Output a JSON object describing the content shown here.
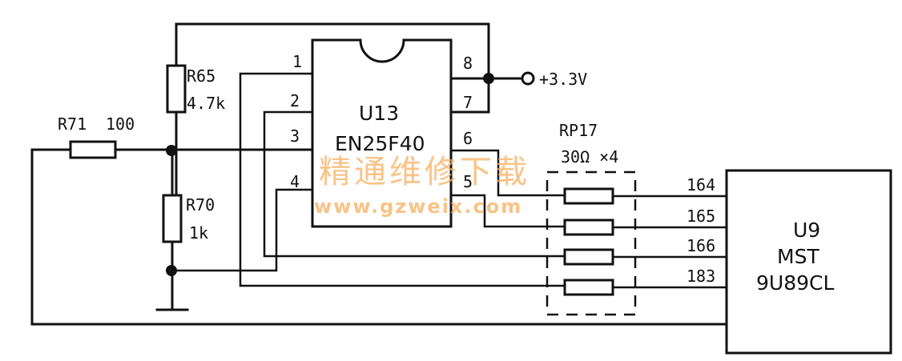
{
  "components": {
    "r65": {
      "ref": "R65",
      "value": "4.7k"
    },
    "r70": {
      "ref": "R70",
      "value": "1k"
    },
    "r71": {
      "ref": "R71",
      "value": "100"
    },
    "u13": {
      "ref": "U13",
      "part": "EN25F40",
      "pins": [
        "1",
        "2",
        "3",
        "4",
        "5",
        "6",
        "7",
        "8"
      ]
    },
    "rp17": {
      "ref": "RP17",
      "value": "30Ω ×4"
    },
    "u9": {
      "ref": "U9",
      "line2": "MST",
      "line3": "9U89CL",
      "pins": [
        "164",
        "165",
        "166",
        "183"
      ]
    }
  },
  "supply": {
    "label": "+3.3V"
  },
  "watermark": {
    "cn": "精通维修下载",
    "url": "www.gzweix.com"
  }
}
